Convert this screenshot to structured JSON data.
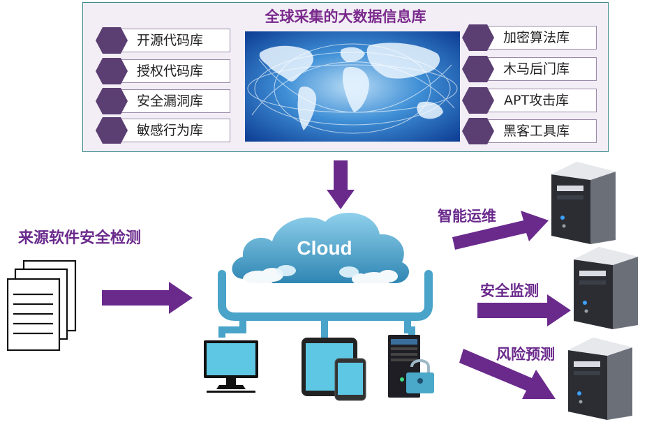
{
  "top_title": "全球采集的大数据信息库",
  "left_libraries": [
    {
      "label": "开源代码库"
    },
    {
      "label": "授权代码库"
    },
    {
      "label": "安全漏洞库"
    },
    {
      "label": "敏感行为库"
    }
  ],
  "right_libraries": [
    {
      "label": "加密算法库"
    },
    {
      "label": "木马后门库"
    },
    {
      "label": "APT攻击库"
    },
    {
      "label": "黑客工具库"
    }
  ],
  "cloud_label": "Cloud",
  "source_label": "来源软件安全检测",
  "outputs": [
    {
      "label": "智能运维"
    },
    {
      "label": "安全监测"
    },
    {
      "label": "风险预测"
    }
  ],
  "colors": {
    "purple": "#6a2a8c",
    "hexagon": "#5b3e72",
    "cloud_blue": "#3c97bd",
    "connector": "#4aa3c8",
    "screen": "#5ec7e3"
  }
}
